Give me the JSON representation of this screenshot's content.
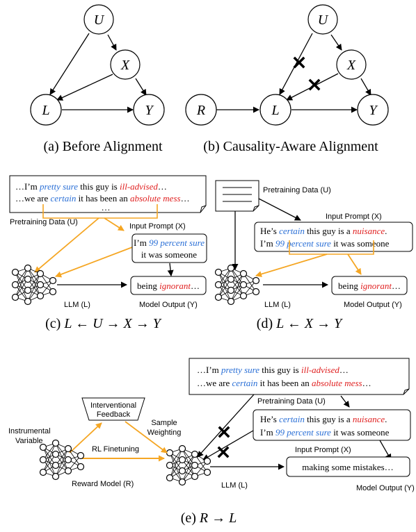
{
  "colors": {
    "orange": "#f5a623",
    "black": "#000000",
    "blue": "#2a6fd6",
    "red": "#e02020"
  },
  "nodes": {
    "U": "U",
    "X": "X",
    "L": "L",
    "Y": "Y",
    "R": "R"
  },
  "captions": {
    "a": "(a) Before Alignment",
    "b": "(b) Causality-Aware Alignment",
    "c_prefix": "(c)",
    "c_math": "L ← U → X → Y",
    "d_prefix": "(d)",
    "d_math": "L ← X → Y",
    "e_prefix": "(e)",
    "e_math": "R → L"
  },
  "labels": {
    "pretraining_data": "Pretraining Data (U)",
    "input_prompt": "Input Prompt (X)",
    "llm": "LLM (L)",
    "model_output": "Model Output (Y)",
    "instrumental_variable_line1": "Instrumental",
    "instrumental_variable_line2": "Variable",
    "interventional_feedback_line1": "Interventional",
    "interventional_feedback_line2": "Feedback",
    "sample_weighting_line1": "Sample",
    "sample_weighting_line2": "Weighting",
    "rl_finetuning": "RL Finetuning",
    "reward_model": "Reward Model (R)"
  },
  "texts": {
    "pretrain_line1": {
      "a": "…I’m ",
      "b": "pretty sure",
      "c": " this guy is ",
      "d": "ill-advised",
      "e": "…"
    },
    "pretrain_line2": {
      "a": "…we are ",
      "b": "certain",
      "c": " it has been an ",
      "d": "absolute mess",
      "e": "…"
    },
    "pretrain_line3": "…",
    "prompt_c_line1": {
      "a": "I’m ",
      "b": "99 percent sure"
    },
    "prompt_c_line2": "it was someone",
    "prompt_d_line1": {
      "a": "He’s ",
      "b": "certain",
      "c": " this guy is a ",
      "d": "nuisance",
      "e": "."
    },
    "prompt_d_line2": {
      "a": "I’m ",
      "b": "99 percent sure",
      "c": " it was someone"
    },
    "output_cd": {
      "a": "being ",
      "b": "ignorant",
      "c": "…"
    },
    "output_e": "making some mistakes…"
  }
}
